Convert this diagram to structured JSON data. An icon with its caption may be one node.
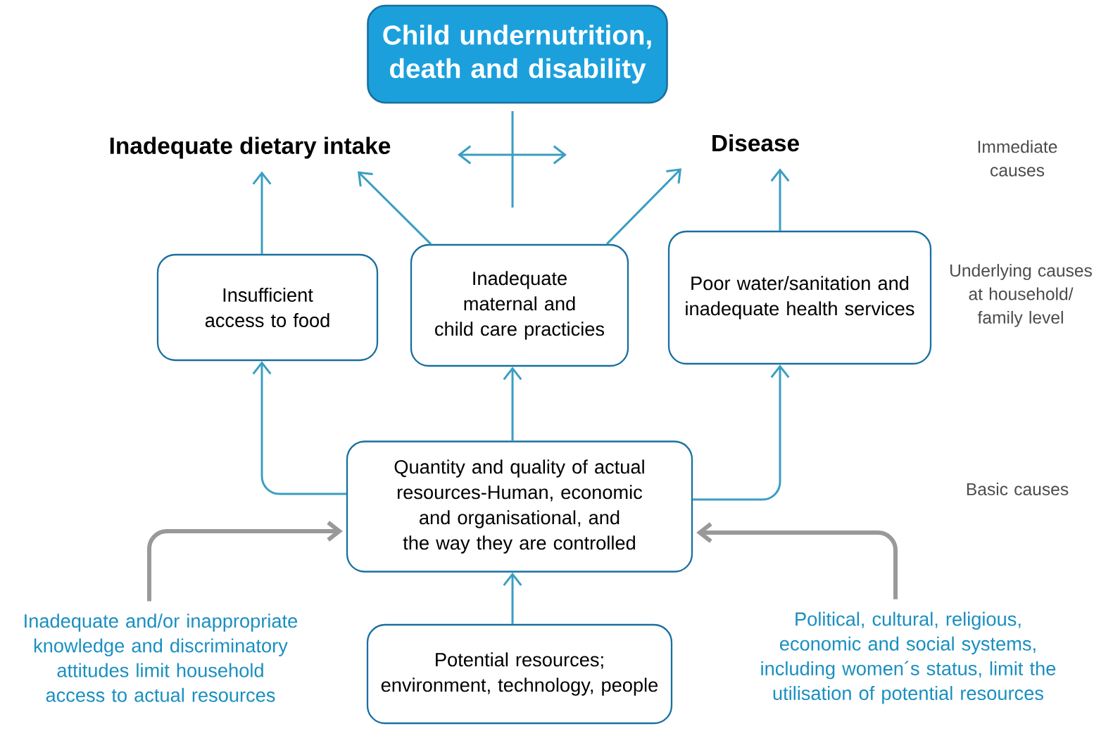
{
  "diagram": {
    "nodes": [
      {
        "text": [
          "Child undernutrition, death and disability"
        ]
      },
      {
        "text": [
          "Inadequate dietary intake"
        ]
      },
      {
        "text": [
          "Disease"
        ]
      },
      {
        "text": [
          "Insufficient access to food"
        ]
      },
      {
        "text": [
          "Inadequate maternal and child care practicies"
        ]
      },
      {
        "text": [
          "Poor water/sanitation and inadequate health services"
        ]
      },
      {
        "text": [
          "Quantity and quality of actual resources-Human, economic and organisational, and the way they are controlled"
        ]
      },
      {
        "text": [
          "Potential resources; environment, technology, people"
        ]
      },
      {
        "text": [
          "Inadequate and/or inappropriate knowledge and discriminatory attitudes limit household access to actual resources"
        ]
      },
      {
        "text": [
          "Political, cultural, religious, economic and social systems, including women´s status, limit the utilisation of potential resources"
        ]
      }
    ],
    "edges": [
      {
        "from": 3,
        "to": 1,
        "arrow": "to"
      },
      {
        "from": 4,
        "to": 1,
        "arrow": "to"
      },
      {
        "from": 4,
        "to": 2,
        "arrow": "to"
      },
      {
        "from": 5,
        "to": 2,
        "arrow": "to"
      },
      {
        "from": 6,
        "to": 3,
        "arrow": "to"
      },
      {
        "from": 6,
        "to": 4,
        "arrow": "to"
      },
      {
        "from": 6,
        "to": 5,
        "arrow": "to"
      },
      {
        "from": 7,
        "to": 6,
        "arrow": "to"
      },
      {
        "from": 8,
        "to": 6,
        "arrow": "to",
        "style": "thick",
        "color": "#999999"
      },
      {
        "from": 9,
        "to": 6,
        "arrow": "to",
        "style": "thick",
        "color": "#999999"
      }
    ],
    "labels": [
      "Immediate causes",
      "Underlying causes at household/ family level",
      "Basic causes"
    ]
  }
}
